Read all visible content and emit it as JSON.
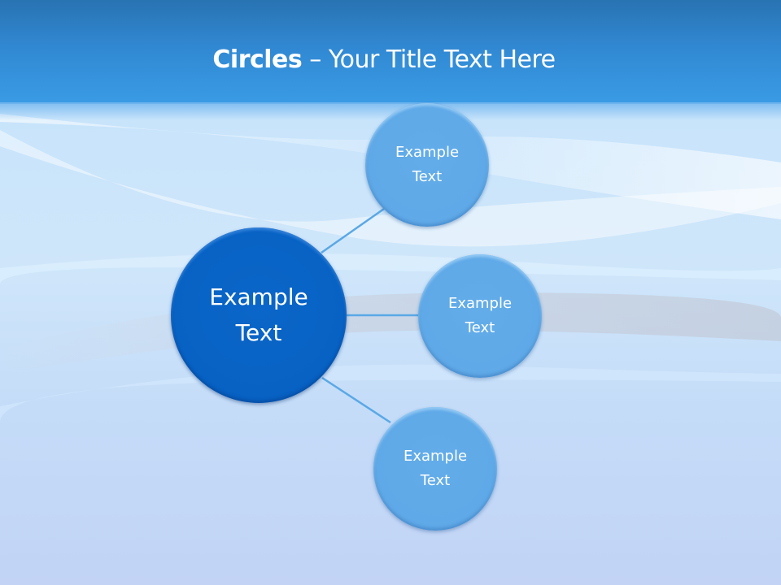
{
  "slide": {
    "title_bold": "Circles",
    "title_rest": " – Your Title Text Here"
  },
  "diagram": {
    "center": {
      "line1": "Example",
      "line2": "Text"
    },
    "satellites": [
      {
        "line1": "Example",
        "line2": "Text"
      },
      {
        "line1": "Example",
        "line2": "Text"
      },
      {
        "line1": "Example",
        "line2": "Text"
      }
    ]
  },
  "colors": {
    "header": "#3188d2",
    "center_circle": "#0762c4",
    "satellite_circle": "#5fa9e8",
    "connector": "#5aa8e6",
    "text": "#ffffff"
  }
}
